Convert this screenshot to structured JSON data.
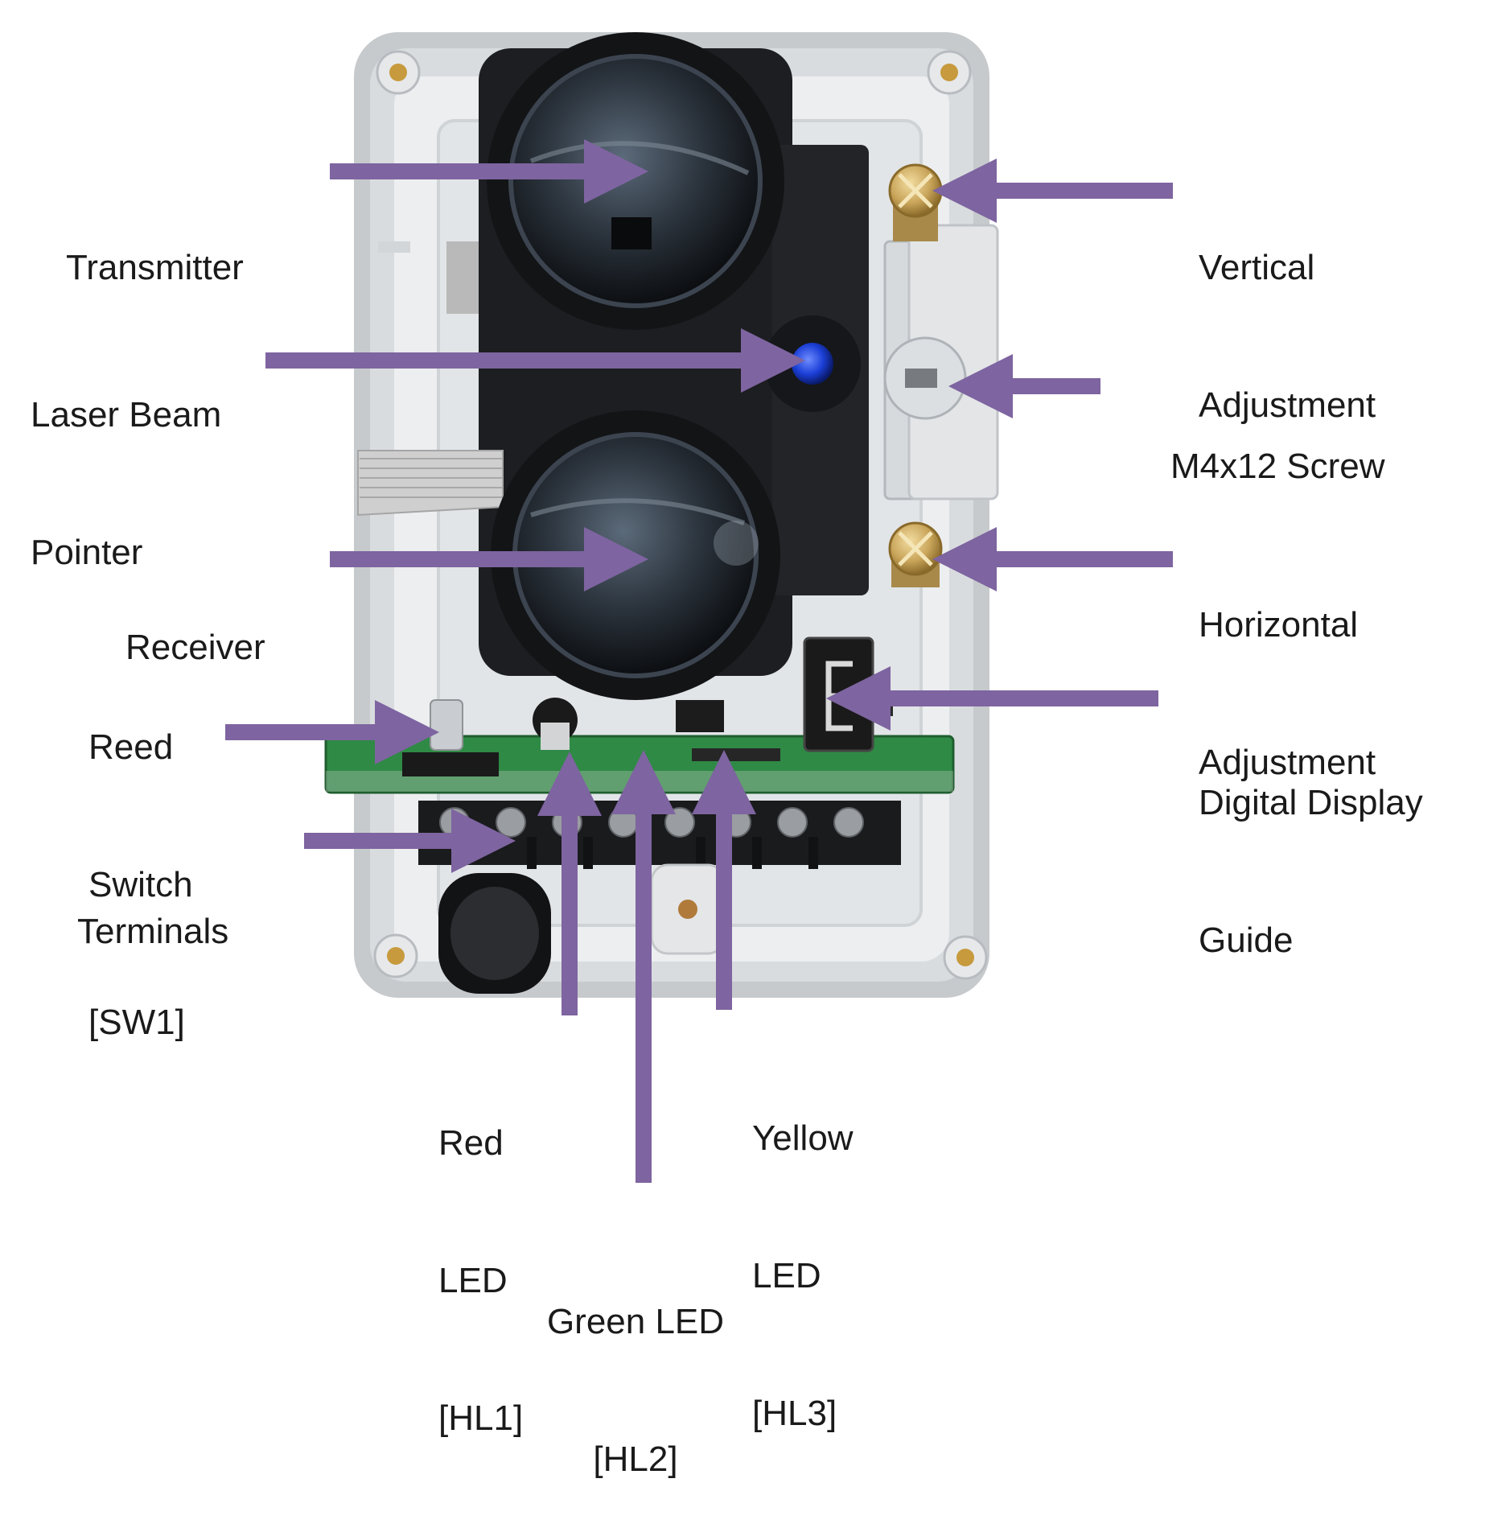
{
  "colors": {
    "arrow": "#7e64a0",
    "housing": "#cfd3d6",
    "housing_inner": "#e9ebed",
    "lens_body": "#17191c",
    "pcb": "#2f8a45",
    "brass": "#c9a55a",
    "laser_blue": "#1b3fd6"
  },
  "labels": {
    "transmitter": [
      "Transmitter"
    ],
    "laser_beam_pointer": [
      "Laser Beam",
      "Pointer"
    ],
    "receiver": [
      "Receiver"
    ],
    "reed_switch": [
      "Reed",
      "Switch",
      "[SW1]"
    ],
    "terminals": [
      "Terminals"
    ],
    "vertical_adjustment": [
      "Vertical",
      "Adjustment"
    ],
    "m4x12_screw": [
      "M4x12 Screw"
    ],
    "horizontal_adjustment": [
      "Horizontal",
      "Adjustment"
    ],
    "digital_display_guide": [
      "Digital Display",
      "Guide"
    ],
    "red_led": [
      "Red",
      "LED",
      "[HL1]"
    ],
    "yellow_led": [
      "Yellow",
      "LED",
      "[HL3]"
    ],
    "green_led": [
      "Green LED",
      "[HL2]"
    ]
  }
}
